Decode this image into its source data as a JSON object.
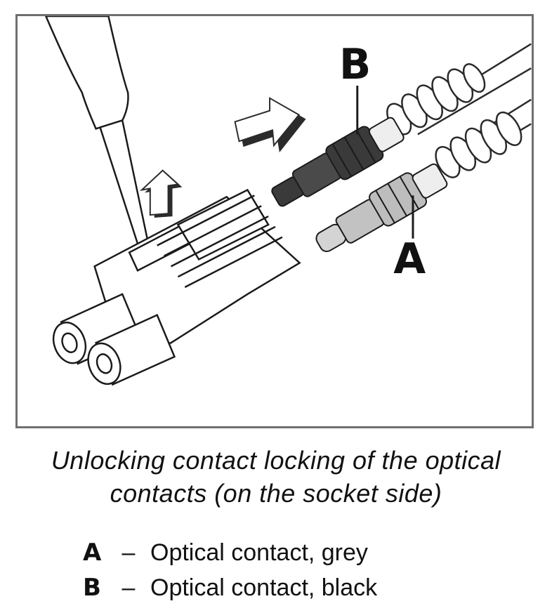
{
  "figure": {
    "label_b": "B",
    "label_a": "A"
  },
  "caption": {
    "line1": "Unlocking contact locking of the optical",
    "line2": "contacts (on the socket side)"
  },
  "legend": [
    {
      "key": "A",
      "separator": "–",
      "text": "Optical contact, grey"
    },
    {
      "key": "B",
      "separator": "–",
      "text": "Optical contact, black"
    }
  ],
  "colors": {
    "frame_border": "#6f6f6f",
    "contact_grey": "#bdbdbd",
    "contact_black": "#3a3a3a",
    "arrow_fill": "#2b2b2b"
  }
}
